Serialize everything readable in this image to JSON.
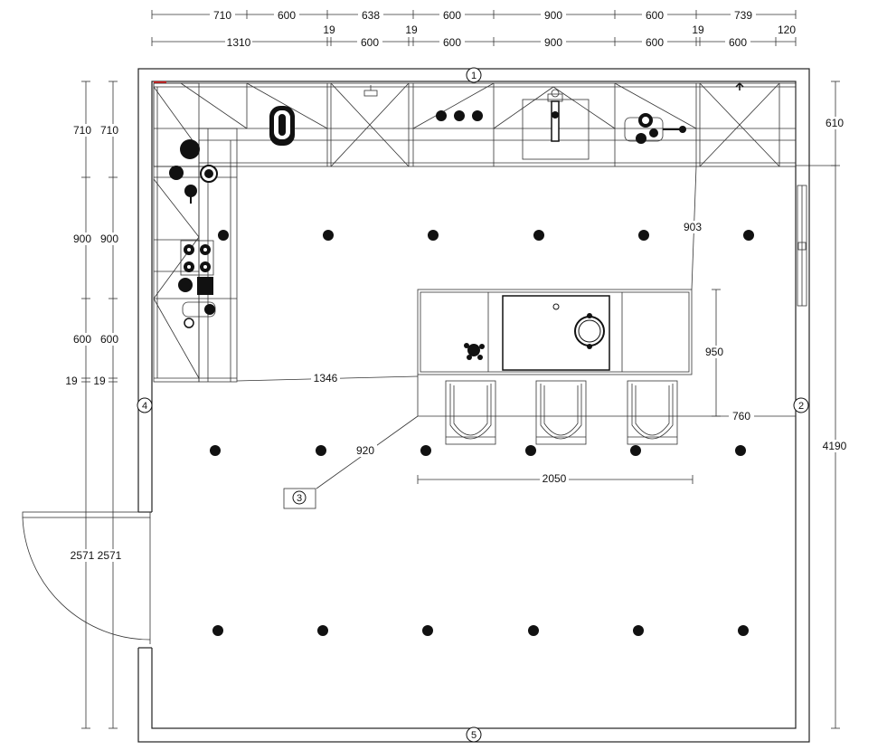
{
  "dimensions": {
    "top_row1": [
      "710",
      "600",
      "638",
      "600",
      "900",
      "600",
      "739"
    ],
    "top_row2": [
      "1310",
      "19",
      "600",
      "19",
      "600",
      "900",
      "600",
      "19",
      "600",
      "120"
    ],
    "left_outer": [
      "710",
      "900",
      "600",
      "19",
      "2571"
    ],
    "left_inner": [
      "710",
      "900",
      "600",
      "19",
      "2571"
    ],
    "right": [
      "610",
      "4190"
    ],
    "interior": {
      "island_to_wall": "1346",
      "island_depth": "950",
      "island_clearance": "760",
      "island_length": "2050",
      "diagonal_clearance": "920",
      "diagonal_clearance_top": "903"
    }
  },
  "wall_markers": [
    "1",
    "2",
    "3",
    "4",
    "5"
  ],
  "symbols": {
    "lights": "ceiling-light-icon",
    "stools": "bar-stool-icon",
    "hob": "cooktop-icon",
    "sink": "sink-icon",
    "oven": "oven-icon",
    "door": "door-swing-icon"
  }
}
